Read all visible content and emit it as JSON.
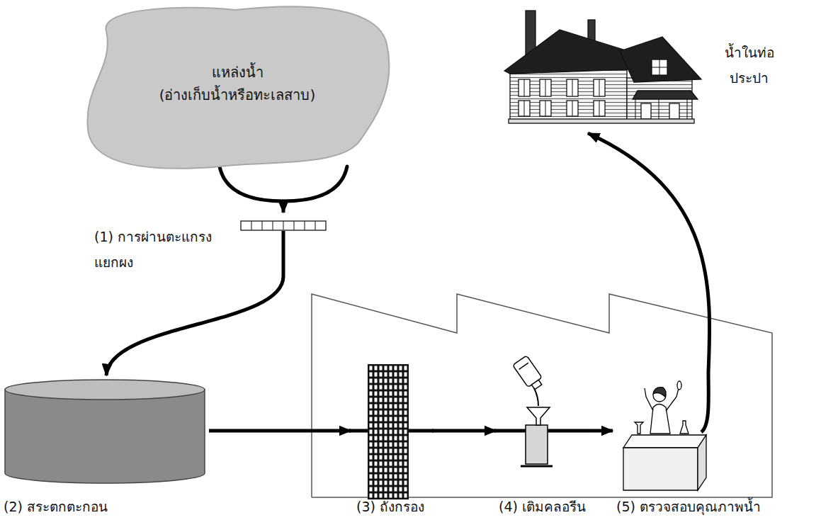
{
  "diagram": {
    "nodes": [
      {
        "text": [
          "แหล่งน้ำ",
          "(อ่างเก็บน้ำหรือทะเลสาบ)"
        ]
      },
      {
        "text": [
          "(1) การผ่านตะแกรง แยกผง"
        ]
      },
      {
        "text": [
          "(2) สระตกตะกอน"
        ]
      },
      {
        "text": [
          "(3) ถังกรอง"
        ]
      },
      {
        "text": [
          "(4) เติมคลอรีน"
        ]
      },
      {
        "text": [
          "(5) ตรวจสอบคุณภาพน้ำ"
        ]
      },
      {
        "text": [
          "น้ำในท่อ ประปา"
        ]
      }
    ],
    "edges": [
      {
        "from": 0,
        "to": 1,
        "arrow": "to"
      },
      {
        "from": 1,
        "to": 2,
        "arrow": "to"
      },
      {
        "from": 2,
        "to": 3,
        "arrow": "to"
      },
      {
        "from": 3,
        "to": 4,
        "arrow": "to"
      },
      {
        "from": 4,
        "to": 5,
        "arrow": "to"
      },
      {
        "from": 5,
        "to": 6,
        "arrow": "to"
      }
    ]
  }
}
